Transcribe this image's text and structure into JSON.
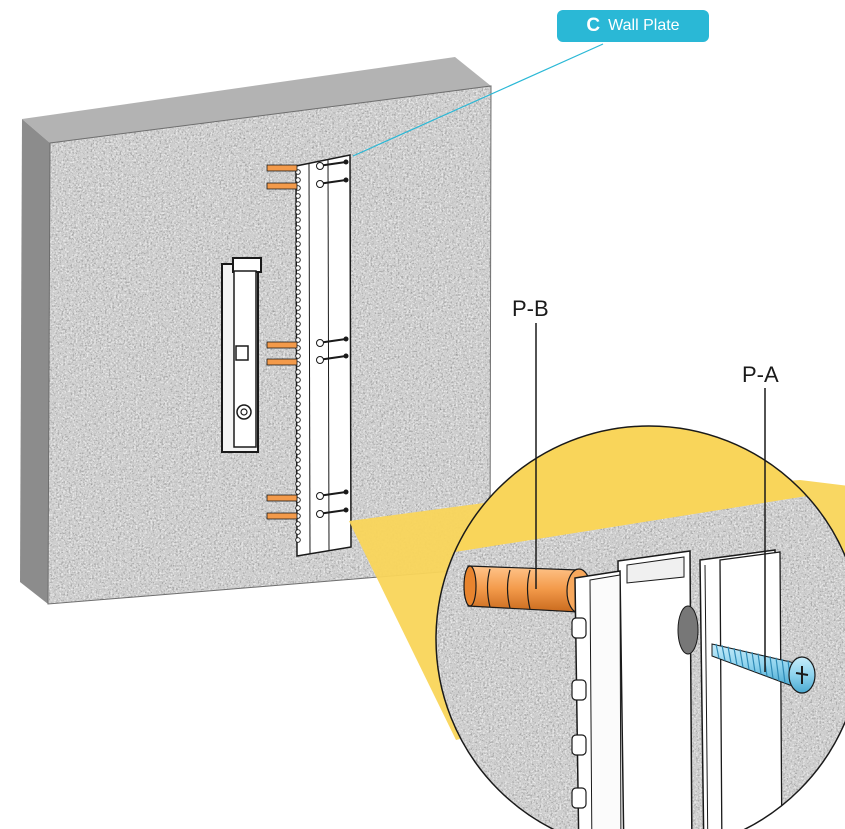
{
  "callout": {
    "letter": "C",
    "text": "Wall Plate"
  },
  "parts": {
    "anchor_label": "P-B",
    "screw_label": "P-A"
  },
  "colors": {
    "accent": "#2ab8d6",
    "anchor": "#f39a4a",
    "screw": "#8ed3ee",
    "zoom_cone": "#f9d55a",
    "wall_side": "#8c8c8c",
    "wall_top": "#b3b3b3"
  },
  "icons": {
    "anchor": "wall-anchor-icon",
    "screw": "screw-icon",
    "switch": "wall-switch-icon"
  }
}
